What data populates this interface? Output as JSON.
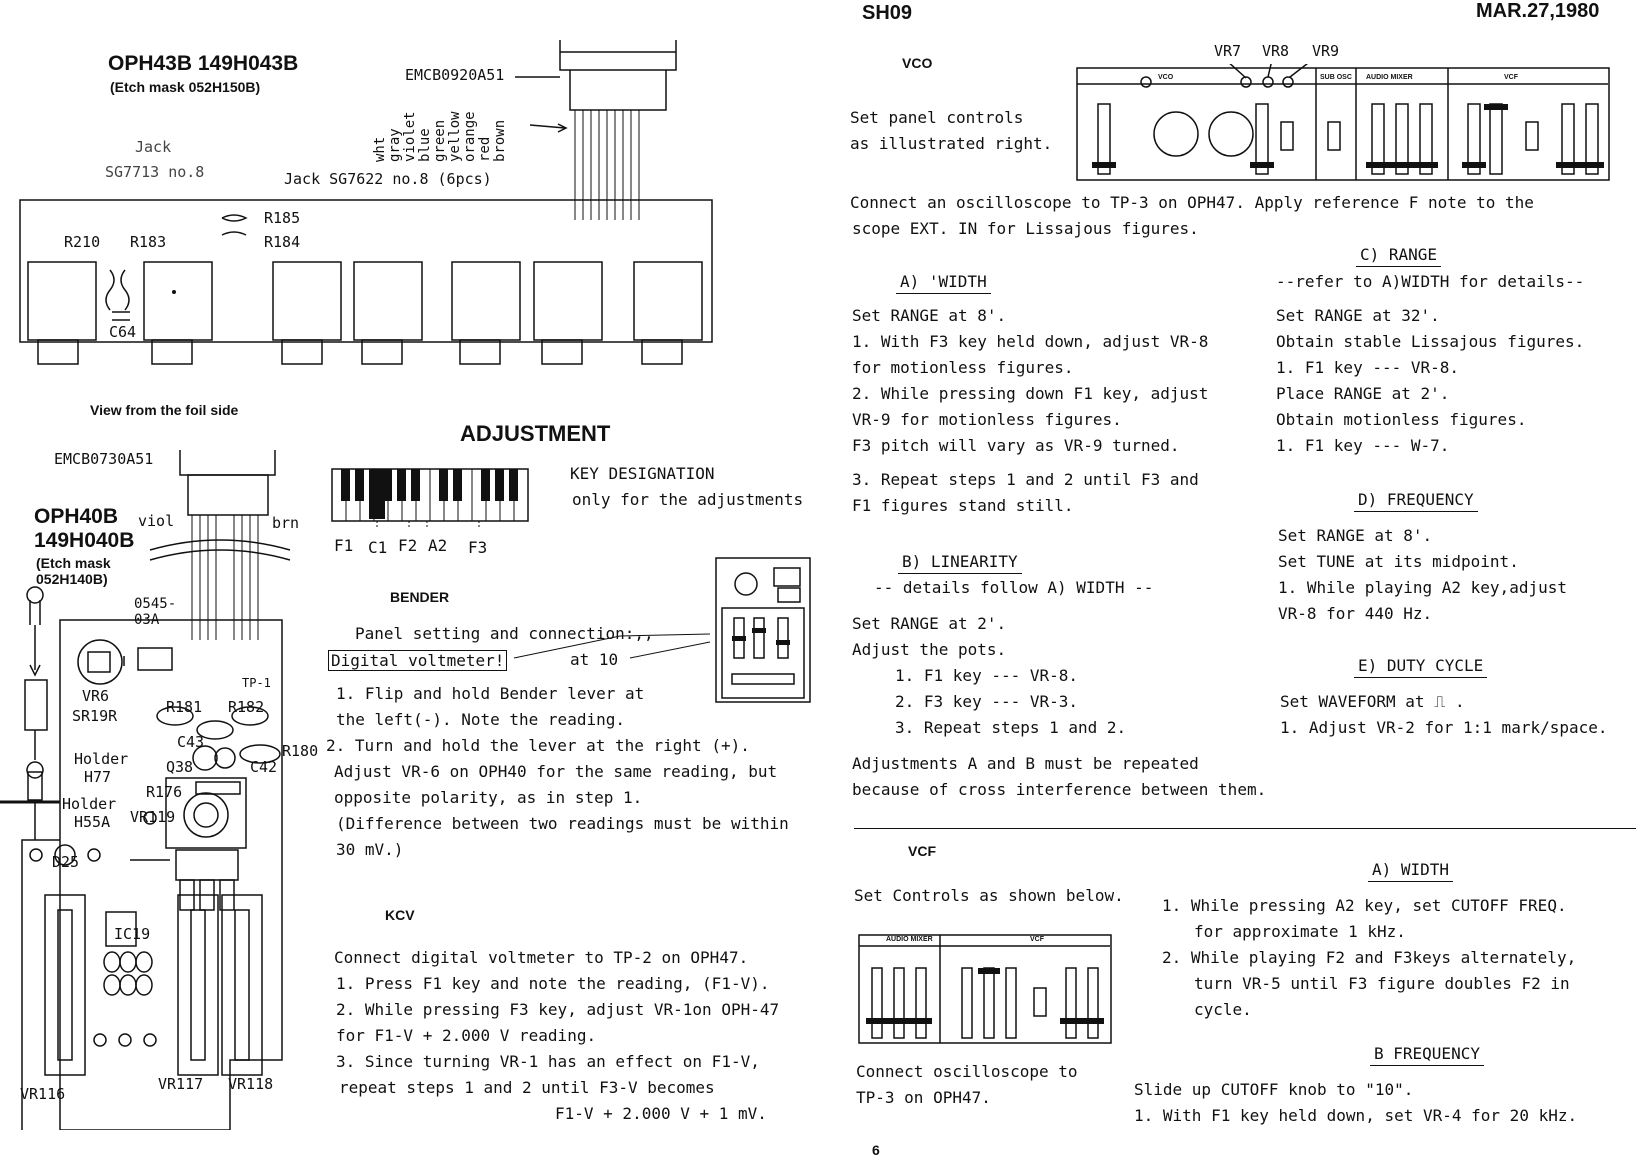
{
  "header": {
    "model": "SH09",
    "date": "MAR.27,1980",
    "page_number": "6"
  },
  "left": {
    "oph43b_title": "OPH43B 149H043B",
    "oph43b_etch": "(Etch mask 052H150B)",
    "emcb0920": "EMCB0920A51",
    "jack_left": [
      "Jack",
      "SG7713 no.8"
    ],
    "jack_right": "Jack SG7622 no.8 (6pcs)",
    "wire_colors": [
      "wht",
      "gray",
      "violet",
      "blue",
      "green",
      "yellow",
      "orange",
      "red",
      "brown"
    ],
    "board43_labels": [
      "R210",
      "R183",
      "R185",
      "R184",
      "C64"
    ],
    "foil_caption": "View from the foil side",
    "adjustment_title": "ADJUSTMENT",
    "emcb0730": "EMCB0730A51",
    "oph40b_title": [
      "OPH40B",
      "149H040B"
    ],
    "oph40b_etch": [
      "(Etch mask",
      "052H140B)"
    ],
    "wire_left": "viol",
    "wire_right": "brn",
    "board40_labels": [
      "0545-",
      "03A",
      "VR6",
      "SR19R",
      "R181",
      "R182",
      "TP-1",
      "C43",
      "Q38",
      "C42",
      "R180",
      "Holder",
      "H77",
      "R176",
      "Holder",
      "H55A",
      "VR119",
      "D25",
      "IC19",
      "VR116",
      "VR117",
      "VR118"
    ],
    "key_designation": [
      "KEY DESIGNATION",
      "only for the adjustments"
    ],
    "key_labels": [
      "F1",
      "C1",
      "F2",
      "A2",
      "F3"
    ],
    "bender": {
      "title": "BENDER",
      "lines": [
        "Panel setting and connection:,,",
        "Digital voltmeter!",
        "at 10",
        "1. Flip and hold Bender lever at",
        "the left(-). Note the reading.",
        "2. Turn and hold the lever at the right (+).",
        "Adjust VR-6 on OPH40 for the same reading, but",
        "opposite polarity, as in step 1.",
        "(Difference between two readings must be within",
        "30 mV.)"
      ]
    },
    "kcv": {
      "title": "KCV",
      "lines": [
        "Connect digital voltmeter to TP-2 on OPH47.",
        "1. Press F1 key and note the reading,   (F1-V).",
        "2. While pressing F3 key, adjust VR-1on OPH-47",
        "for F1-V + 2.000 V reading.",
        "3. Since turning VR-1 has an effect on F1-V,",
        "repeat steps 1 and 2 until F3-V becomes",
        "F1-V + 2.000 V + 1 mV."
      ]
    }
  },
  "right": {
    "vco": {
      "title": "VCO",
      "intro": [
        "Set panel controls",
        "as illustrated right."
      ],
      "panel_labels": [
        "VR7",
        "VR8",
        "VR9",
        "VCO",
        "SUB OSC",
        "AUDIO MIXER",
        "VCF"
      ],
      "connect": [
        "Connect an oscilloscope to TP-3 on OPH47. Apply reference F note to the",
        "scope EXT. IN for Lissajous figures."
      ],
      "width": {
        "title": "A) 'WIDTH",
        "lines": [
          "Set RANGE at 8'.",
          "1. With F3 key held down, adjust VR-8",
          "for motionless figures.",
          "2. While pressing down F1 key, adjust",
          "VR-9 for motionless figures.",
          "F3 pitch will vary as VR-9 turned.",
          "3. Repeat steps 1 and 2 until F3 and",
          "F1 figures stand still."
        ]
      },
      "linearity": {
        "title": "B) LINEARITY",
        "subtitle": "-- details follow A) WIDTH --",
        "lines": [
          "Set RANGE at 2'.",
          "Adjust the pots.",
          "1. F1 key --- VR-8.",
          "2. F3 key --- VR-3.",
          "3. Repeat steps 1 and 2."
        ]
      },
      "note": [
        "Adjustments A and B must be repeated",
        "because of cross interference between them."
      ],
      "range": {
        "title": "C) RANGE",
        "subtitle": "--refer to A)WIDTH for details--",
        "lines": [
          "Set RANGE at 32'.",
          "Obtain stable Lissajous figures.",
          "1. F1 key --- VR-8.",
          "Place RANGE at 2'.",
          "Obtain motionless figures.",
          "1. F1 key --- W-7."
        ]
      },
      "frequency": {
        "title": "D) FREQUENCY",
        "lines": [
          "Set RANGE at 8'.",
          "Set TUNE at its midpoint.",
          "1. While playing A2 key,adjust",
          "VR-8 for 440 Hz."
        ]
      },
      "duty": {
        "title": "E) DUTY CYCLE",
        "lines": [
          "Set WAVEFORM at ⎍ .",
          "1. Adjust VR-2 for 1:1 mark/space."
        ]
      }
    },
    "vcf": {
      "title": "VCF",
      "intro": "Set Controls as shown below.",
      "panel_labels": [
        "AUDIO MIXER",
        "VCF"
      ],
      "connect": [
        "Connect oscilloscope to",
        "TP-3 on OPH47."
      ],
      "width": {
        "title": "A) WIDTH",
        "lines": [
          "1. While pressing A2 key, set CUTOFF FREQ.",
          "for approximate 1 kHz.",
          "2. While playing F2 and F3keys alternately,",
          "turn VR-5 until F3 figure doubles F2 in",
          "cycle."
        ]
      },
      "frequency": {
        "title": "B FREQUENCY",
        "lines": [
          "Slide up CUTOFF knob to \"10\".",
          "1. With F1 key held down, set VR-4 for 20 kHz."
        ]
      }
    }
  }
}
